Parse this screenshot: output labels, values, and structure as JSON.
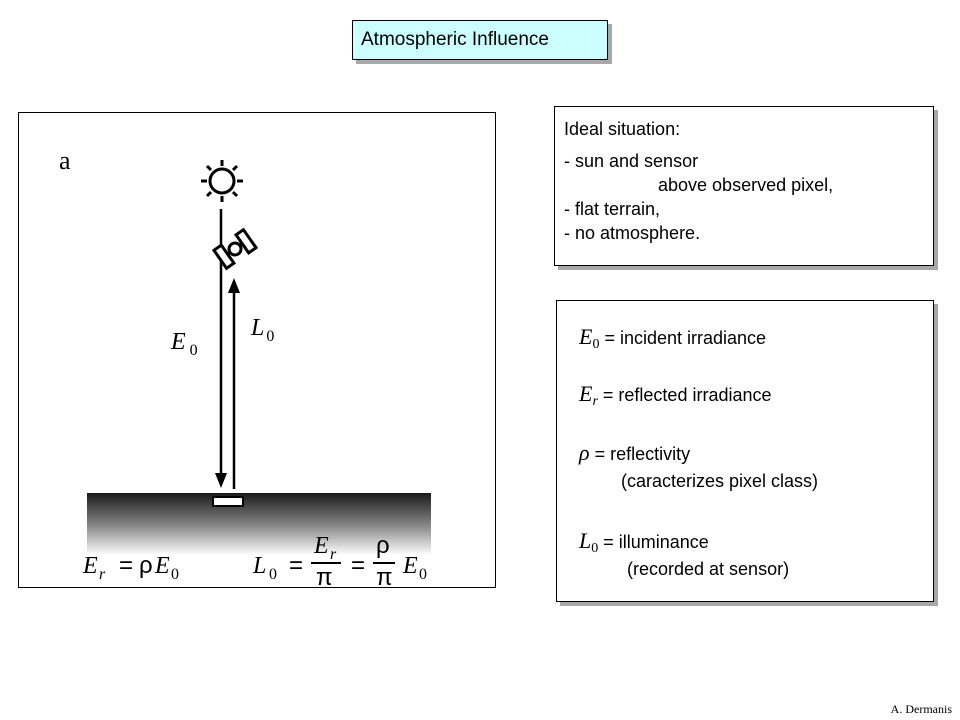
{
  "title": "Atmospheric Influence",
  "figure": {
    "panel_label": "a",
    "e0_label": {
      "symbol": "E",
      "sub": "0"
    },
    "l0_label": {
      "symbol": "L",
      "sub": "0"
    },
    "eq1": {
      "lhs": "E",
      "lhs_sub": "r",
      "equals": "=",
      "rho": "ρ",
      "rhs": "E",
      "rhs_sub": "0"
    },
    "eq2": {
      "lhs": "L",
      "lhs_sub": "0",
      "eq_a": "=",
      "frac1_num": "E",
      "frac1_num_sub": "r",
      "frac1_den": "π",
      "eq_b": "=",
      "frac2_num": "ρ",
      "frac2_den": "π",
      "rhs": "E",
      "rhs_sub": "0"
    }
  },
  "ideal_box": {
    "header": "Ideal situation:",
    "line1": "- sun and sensor",
    "line2": "above observed pixel,",
    "line3": "- flat terrain,",
    "line4": "- no atmosphere."
  },
  "definitions": {
    "e0": {
      "symbol": "E",
      "sub": "0",
      "text": " = incident irradiance"
    },
    "er": {
      "symbol": "E",
      "sub": "r",
      "text": " = reflected irradiance"
    },
    "rho": {
      "symbol": "ρ",
      "text": " = reflectivity",
      "note": "(caracterizes pixel class)"
    },
    "l0": {
      "symbol": "L",
      "sub": "0",
      "text": " = illuminance",
      "note": "(recorded at sensor)"
    }
  },
  "credit": "A. Dermanis"
}
